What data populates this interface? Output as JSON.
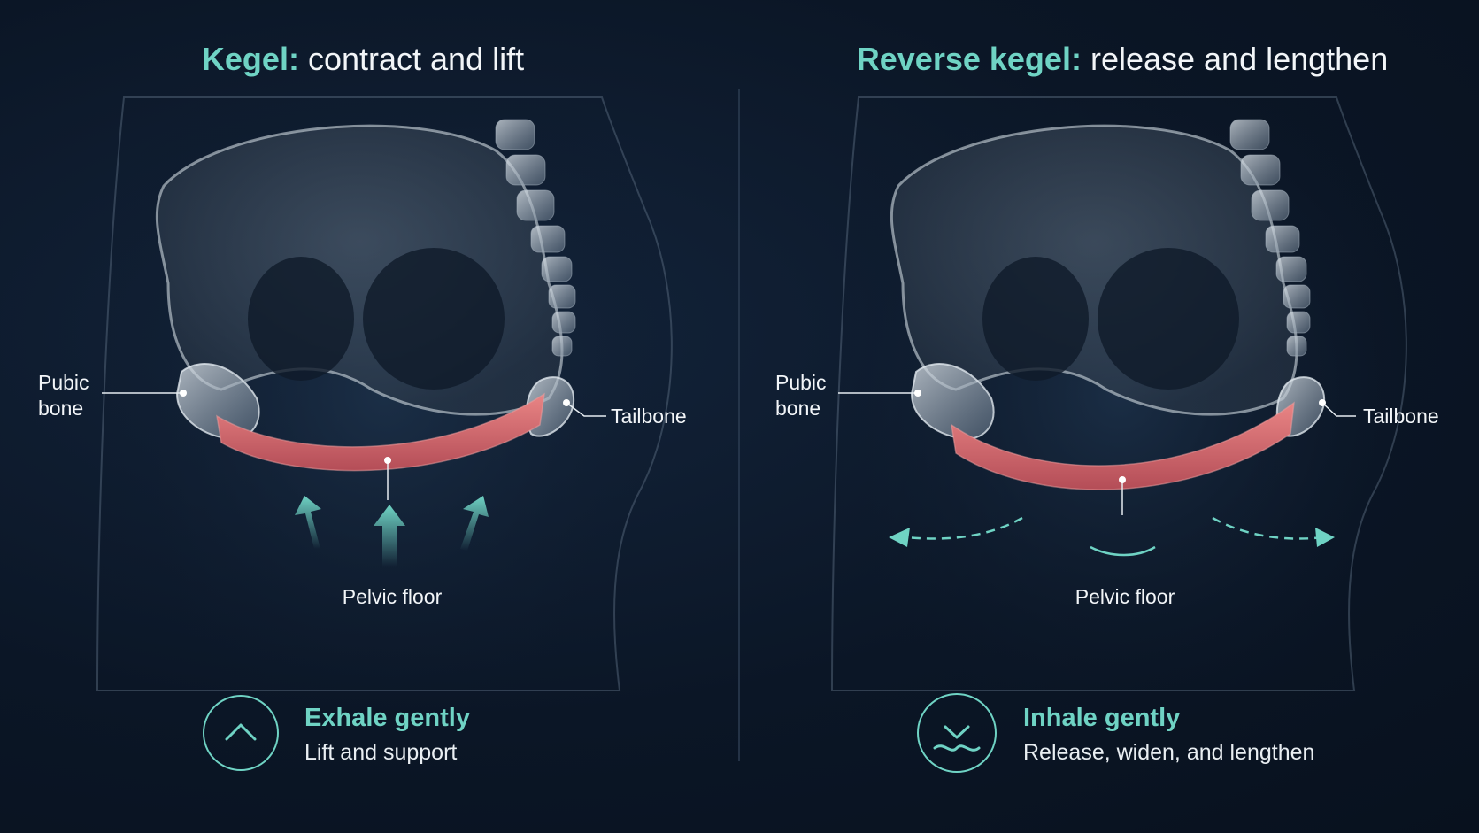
{
  "left": {
    "title_accent": "Kegel:",
    "title_rest": "contract and lift",
    "labels": {
      "pubic": "Pubic\nbone",
      "tailbone": "Tailbone",
      "pelvic_floor": "Pelvic floor"
    },
    "breath": {
      "icon": "chevron-up-icon",
      "head": "Exhale gently",
      "sub": "Lift and support"
    }
  },
  "right": {
    "title_accent": "Reverse kegel:",
    "title_rest": "release and lengthen",
    "labels": {
      "pubic": "Pubic\nbone",
      "tailbone": "Tailbone",
      "pelvic_floor": "Pelvic floor"
    },
    "breath": {
      "icon": "chevron-down-wave-icon",
      "head": "Inhale gently",
      "sub": "Release, widen, and lengthen"
    }
  },
  "colors": {
    "accent": "#6fd3c4",
    "muscle": "#d96868",
    "background": "#0b1626",
    "bone": "#c9d3dc"
  }
}
